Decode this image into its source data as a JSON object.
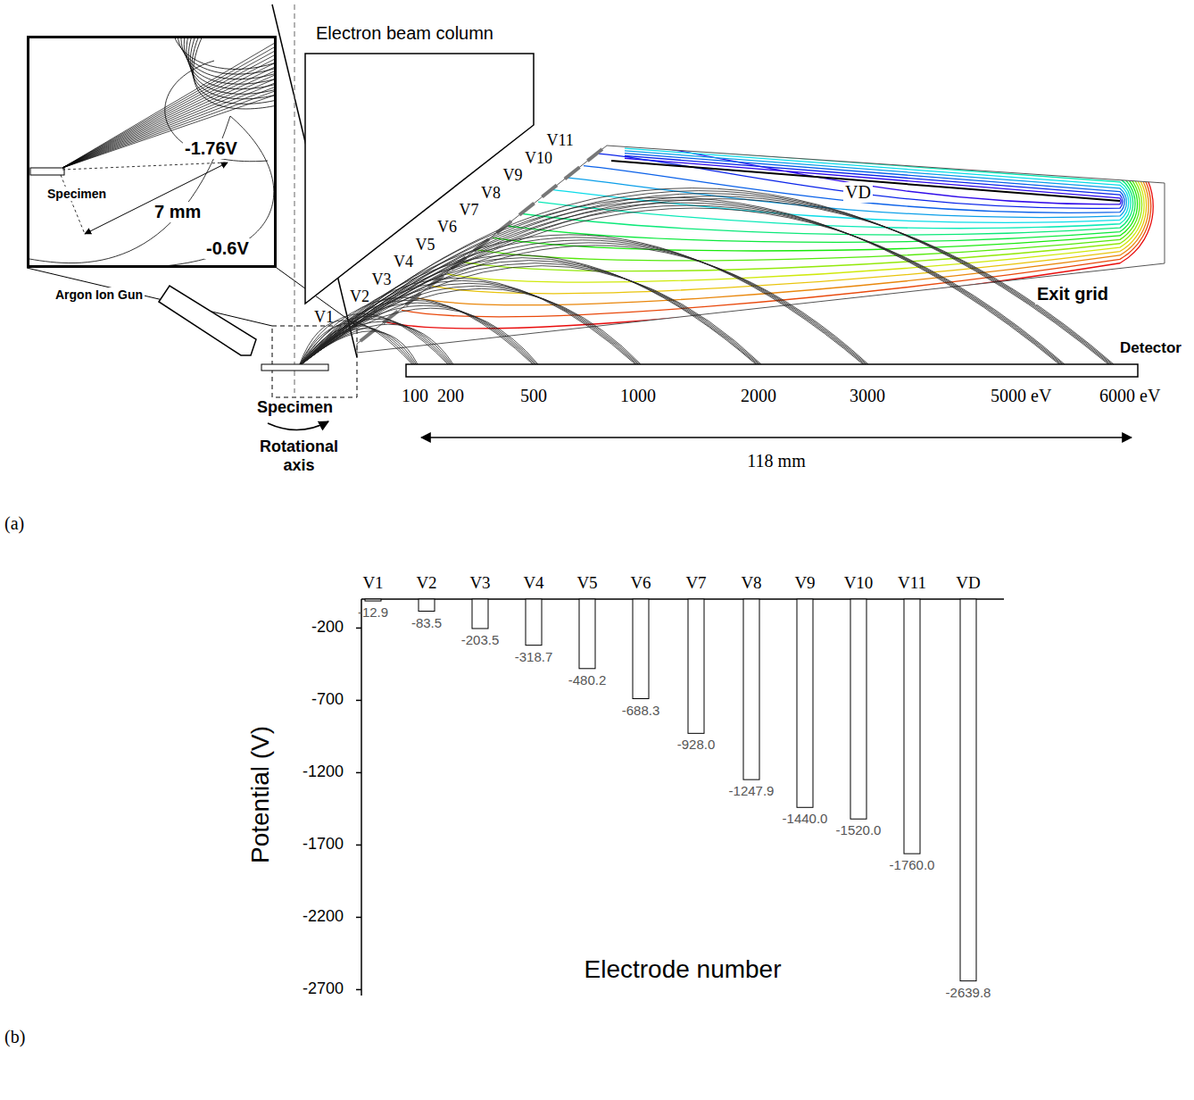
{
  "diagram": {
    "nodes": [
      {
        "text": [
          "Electron beam column"
        ]
      },
      {
        "text": [
          "Specimen",
          "-1.76V",
          "7 mm",
          "-0.6V"
        ]
      }
    ],
    "labels": [
      "(a)",
      "V1",
      "V2",
      "V3",
      "V4",
      "V5",
      "V6",
      "V7",
      "V8",
      "V9",
      "V10",
      "V11",
      "VD",
      "Exit grid",
      "Detector",
      "Argon Ion Gun",
      "Specimen",
      "Rotational axis",
      "100",
      "200",
      "500",
      "1000",
      "2000",
      "3000",
      "5000 eV",
      "6000 eV",
      "118 mm",
      "(b)",
      "V1",
      "V2",
      "V3",
      "V4",
      "V5",
      "V6",
      "V7",
      "V8",
      "V9",
      "V10",
      "V11",
      "VD",
      "-12.9",
      "-83.5",
      "-203.5",
      "-318.7",
      "-480.2",
      "-688.3",
      "-928.0",
      "-1247.9",
      "-1440.0",
      "-1520.0",
      "-1760.0",
      "-2639.8",
      "-200",
      "-700",
      "-1200",
      "-1700",
      "-2200",
      "-2700",
      "Potential (V)",
      "Electrode number"
    ]
  }
}
